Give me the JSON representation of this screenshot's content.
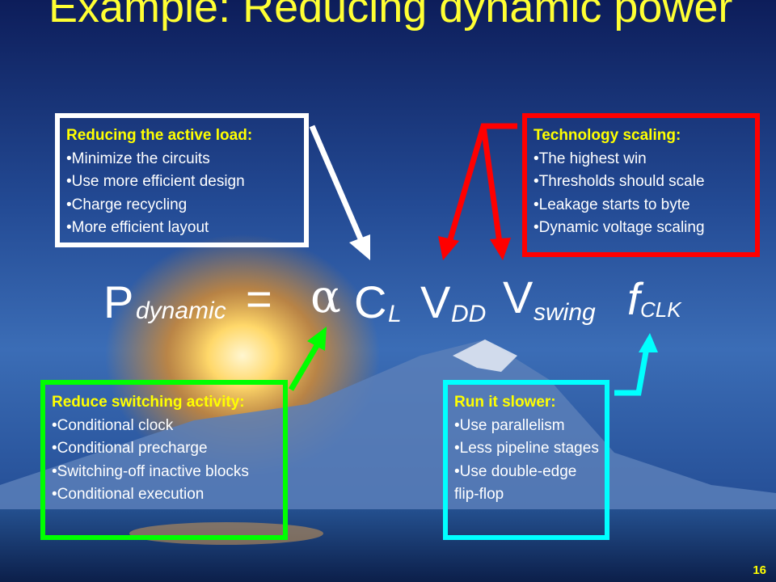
{
  "slide": {
    "title": "Example: Reducing dynamic power",
    "page_number": "16"
  },
  "equation": {
    "p": "P",
    "p_sub": "dynamic",
    "equals": "=",
    "alpha": "α",
    "c": "C",
    "c_sub": "L",
    "v": "V",
    "v_sub": "DD",
    "vs": "V",
    "vs_sub": "swing",
    "f": "f",
    "f_sub": "CLK"
  },
  "boxes": {
    "active_load": {
      "heading": "Reducing the active load:",
      "items": [
        "•Minimize the circuits",
        "•Use more efficient design",
        "•Charge recycling",
        "•More efficient layout"
      ],
      "border_color": "#ffffff"
    },
    "tech_scaling": {
      "heading": "Technology scaling:",
      "items": [
        "•The highest win",
        "•Thresholds should scale",
        "•Leakage starts to byte",
        "•Dynamic voltage scaling"
      ],
      "border_color": "#ff0000"
    },
    "switching": {
      "heading": "Reduce switching activity:",
      "items": [
        "•Conditional clock",
        "•Conditional precharge",
        "•Switching-off inactive blocks",
        "•Conditional execution"
      ],
      "border_color": "#00ff00"
    },
    "slower": {
      "heading": "Run it slower:",
      "items": [
        "•Use parallelism",
        "•Less pipeline stages",
        "•Use double-edge flip-flop"
      ],
      "border_color": "#00ffff"
    }
  },
  "colors": {
    "title": "#ffff33",
    "heading": "#ffff00",
    "sky_top": "#0d1d5a",
    "sky_mid": "#2c5ba6"
  }
}
